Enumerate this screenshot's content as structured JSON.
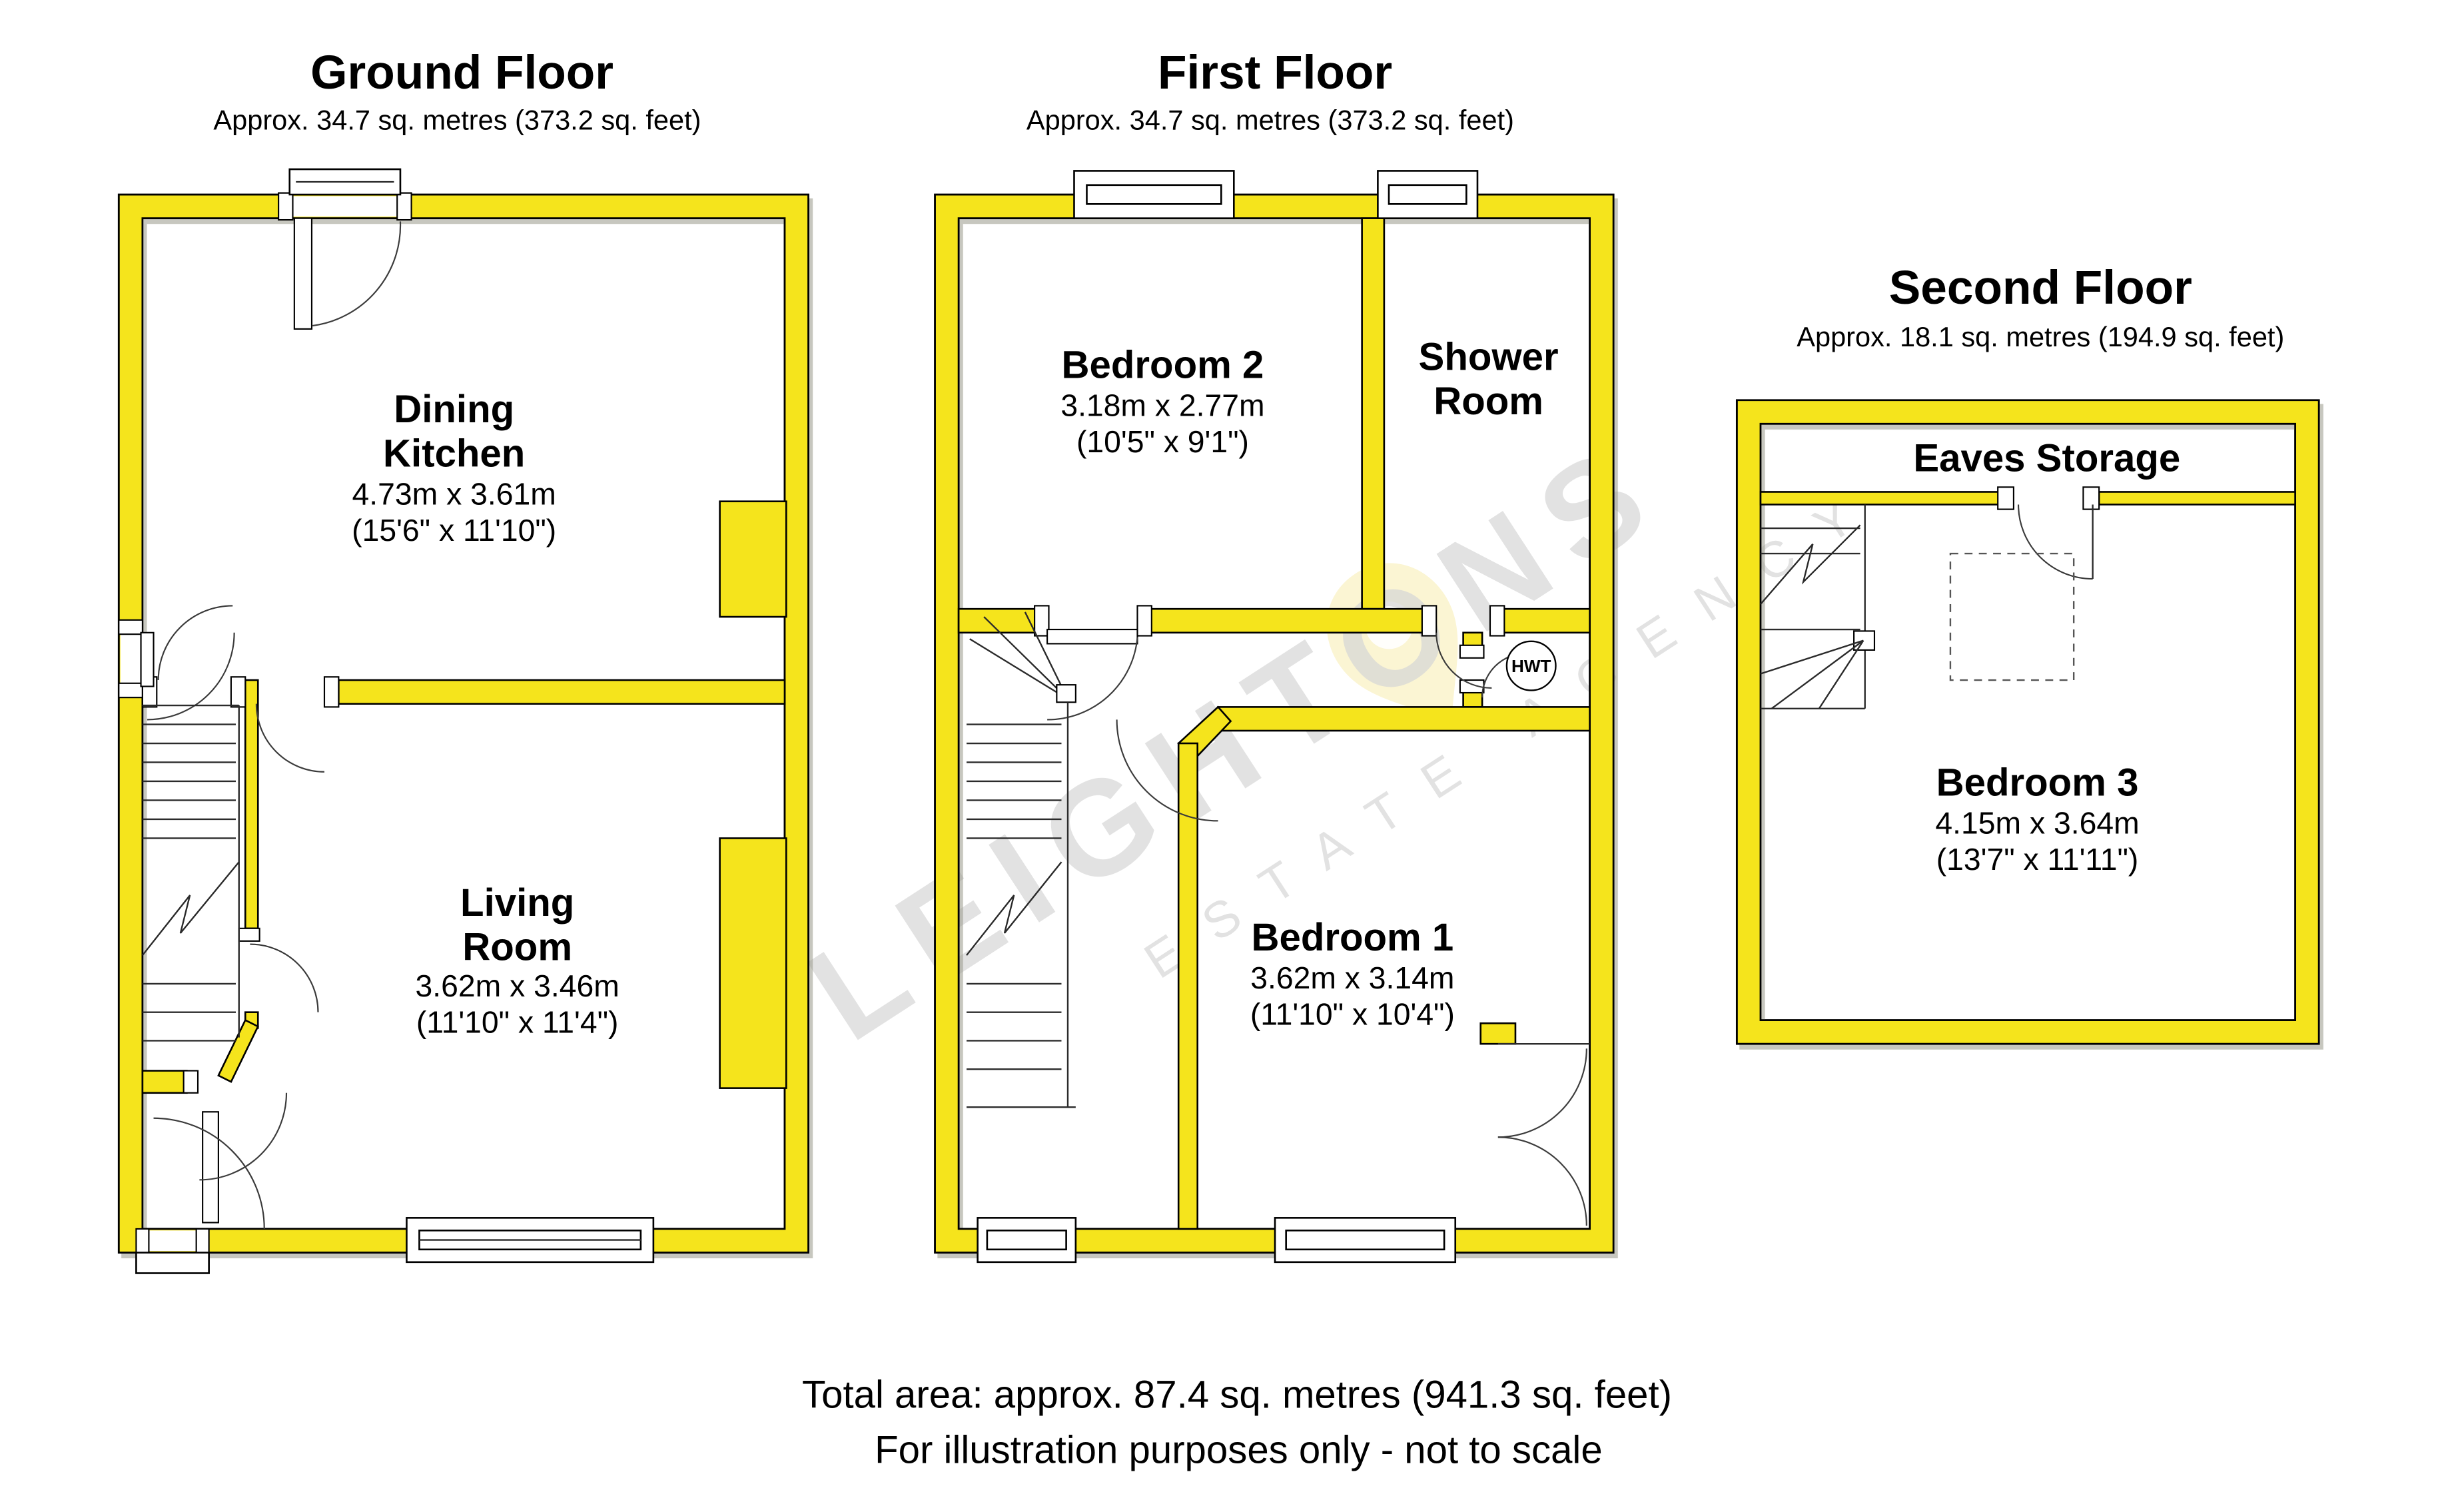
{
  "colors": {
    "wall_fill": "#F5E41C",
    "wall_stroke": "#000000",
    "watermark_gray": "#D7D7D7",
    "watermark_logo_yellow": "#F7EDAE"
  },
  "floors": [
    {
      "id": "ground",
      "title": "Ground Floor",
      "area": "Approx. 34.7 sq. metres (373.2 sq. feet)",
      "rooms": [
        {
          "name_lines": [
            "Dining",
            "Kitchen"
          ],
          "dims_m": "4.73m x 3.61m",
          "dims_ft": "(15'6\" x 11'10\")"
        },
        {
          "name_lines": [
            "Living",
            "Room"
          ],
          "dims_m": "3.62m x 3.46m",
          "dims_ft": "(11'10\" x 11'4\")"
        }
      ]
    },
    {
      "id": "first",
      "title": "First Floor",
      "area": "Approx. 34.7 sq. metres (373.2 sq. feet)",
      "rooms": [
        {
          "name_lines": [
            "Bedroom 2"
          ],
          "dims_m": "3.18m x 2.77m",
          "dims_ft": "(10'5\" x 9'1\")"
        },
        {
          "name_lines": [
            "Shower",
            "Room"
          ]
        },
        {
          "name_lines": [
            "Bedroom 1"
          ],
          "dims_m": "3.62m x 3.14m",
          "dims_ft": "(11'10\" x 10'4\")"
        }
      ],
      "labels": {
        "hwt": "HWT"
      }
    },
    {
      "id": "second",
      "title": "Second Floor",
      "area": "Approx. 18.1 sq. metres (194.9 sq. feet)",
      "rooms": [
        {
          "name_lines": [
            "Eaves Storage"
          ]
        },
        {
          "name_lines": [
            "Bedroom 3"
          ],
          "dims_m": "4.15m x 3.64m",
          "dims_ft": "(13'7\" x 11'11\")"
        }
      ]
    }
  ],
  "footer": {
    "line1": "Total area: approx. 87.4 sq. metres (941.3 sq. feet)",
    "line2": "For illustration purposes only - not to scale"
  },
  "watermark": {
    "line1": "LEIGHTONS",
    "line2": "ESTATE AGENCY"
  }
}
